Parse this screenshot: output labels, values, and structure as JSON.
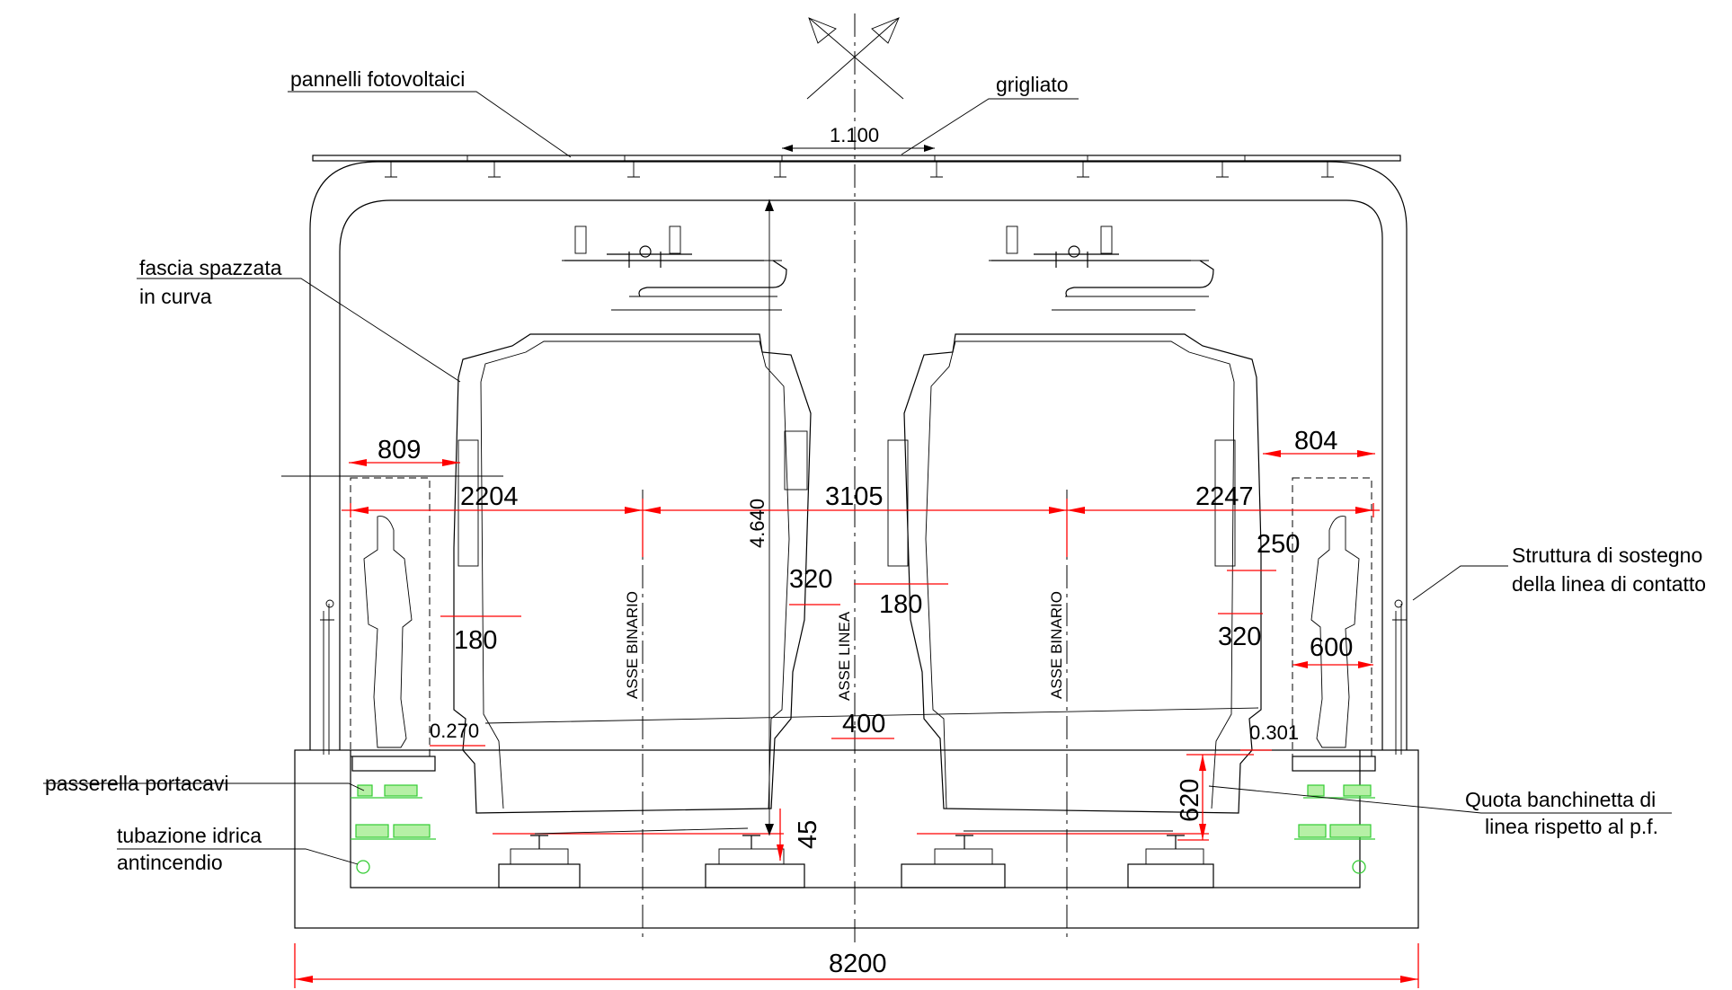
{
  "labels": {
    "pannelli": "pannelli fotovoltaici",
    "grigliato": "grigliato",
    "fascia_1": "fascia spazzata",
    "fascia_2": "in curva",
    "struttura_1": "Struttura di sostegno",
    "struttura_2": "della linea di contatto",
    "passerella": "passerella portacavi",
    "tubazione_1": "tubazione idrica",
    "tubazione_2": "antincendio",
    "quota_1": "Quota banchinetta di",
    "quota_2": "linea rispetto al p.f.",
    "asse_binario_left": "ASSE BINARIO",
    "asse_binario_right": "ASSE BINARIO",
    "asse_linea": "ASSE LINEA"
  },
  "dimensions": {
    "grigliato_width": "1.100",
    "walk_left": "809",
    "walk_right": "804",
    "left_span": "2204",
    "center_span": "3105",
    "right_span": "2247",
    "height": "4.640",
    "gap_left_inner": "320",
    "gap_center": "180",
    "gap_left_outer": "180",
    "gap_right_250": "250",
    "gap_right_inner": "320",
    "walk_right_600": "600",
    "level_left": "0.270",
    "level_right": "0.301",
    "center_400": "400",
    "rail_45": "45",
    "platform_620": "620",
    "total_width": "8200"
  },
  "colors": {
    "dimension": "#ff0000",
    "cable_tray": "#33cc33",
    "linework": "#000000"
  }
}
